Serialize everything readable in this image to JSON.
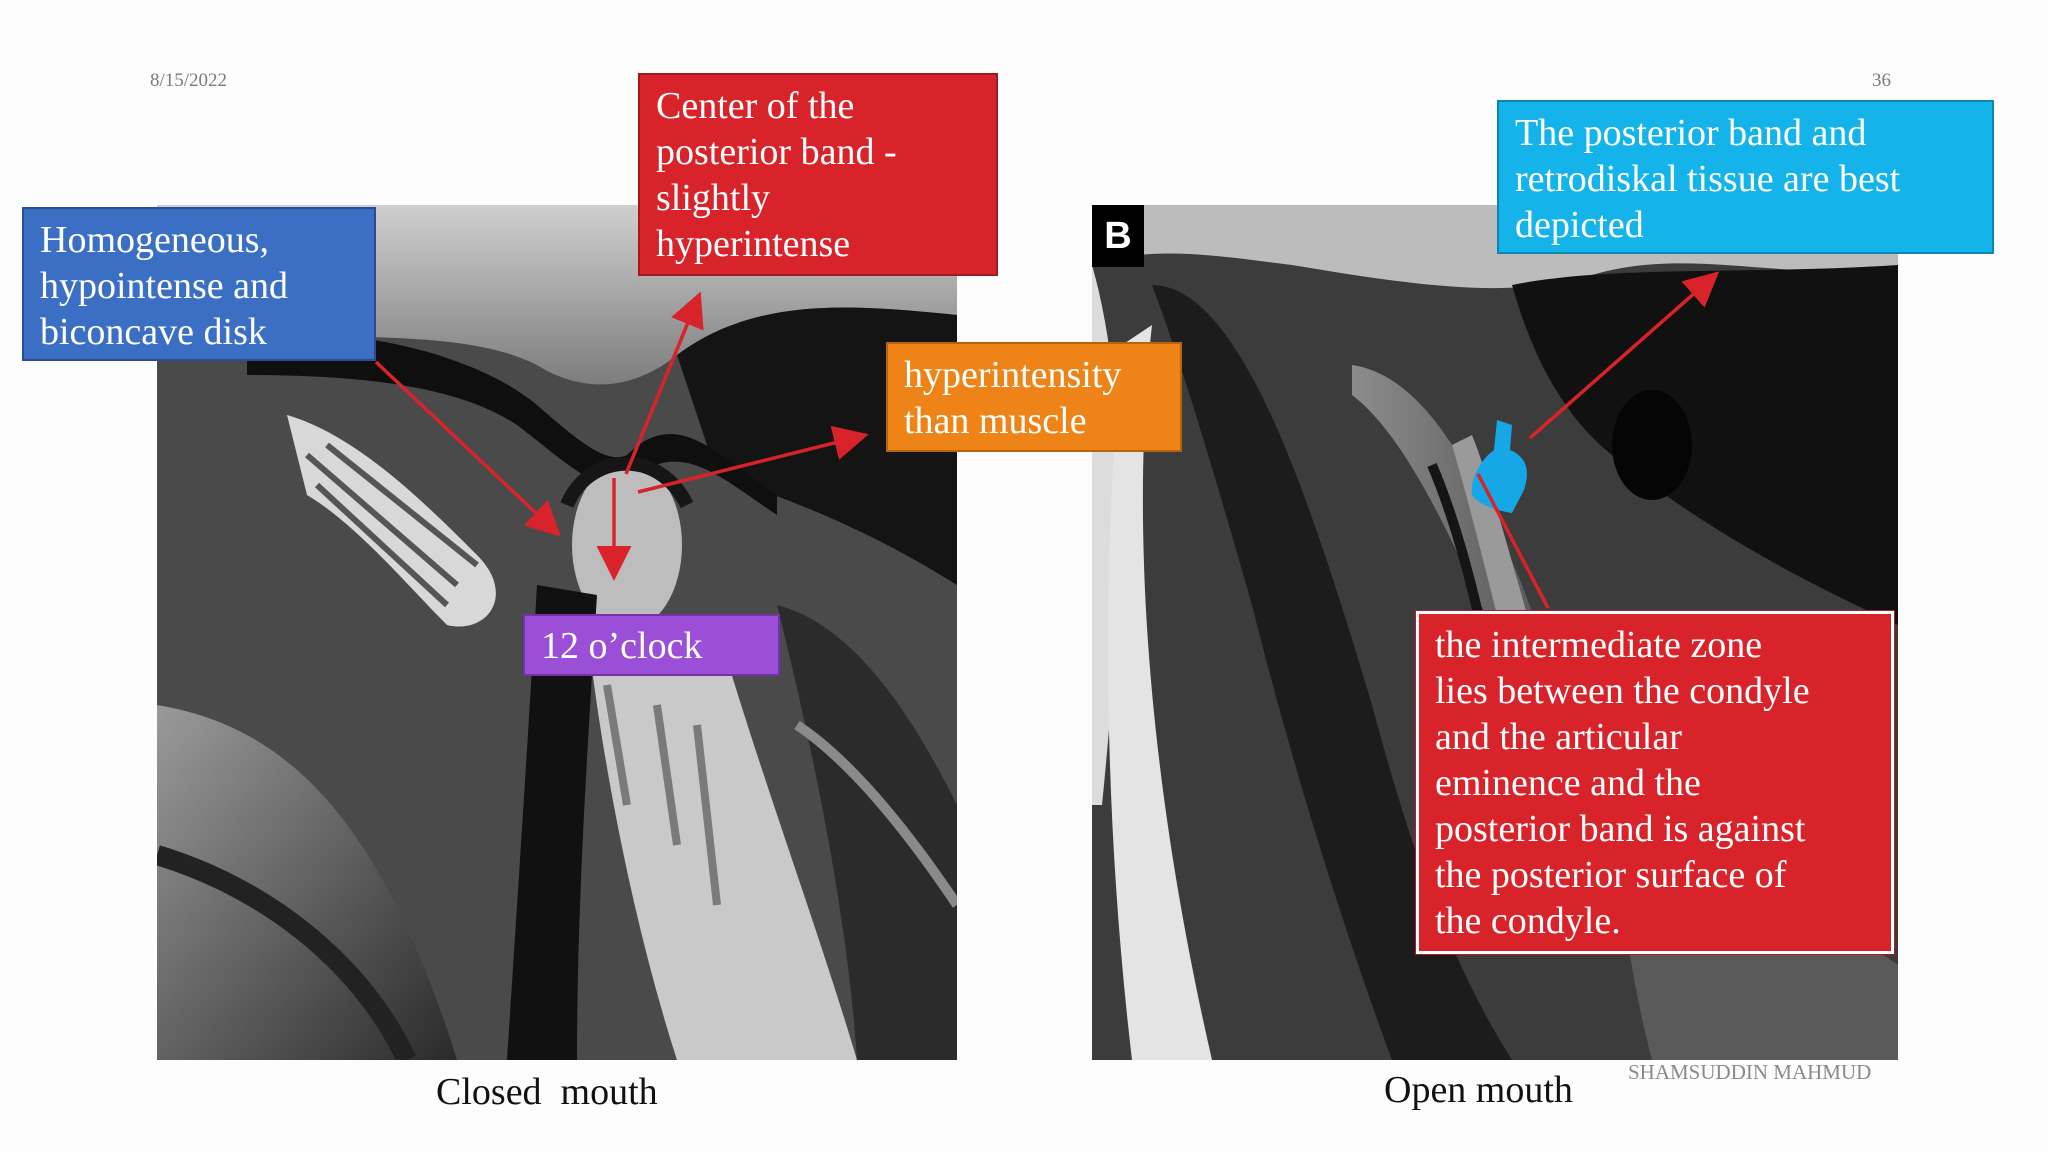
{
  "slide": {
    "date": "8/15/2022",
    "page_number": "36",
    "author": "SHAMSUDDIN MAHMUD"
  },
  "left_image": {
    "caption": "Closed  mouth"
  },
  "right_image": {
    "panel_letter": "B",
    "caption": "Open mouth"
  },
  "annotations": {
    "homogeneous": {
      "text": "Homogeneous,\nhypointense and\nbiconcave disk",
      "color": "#3b6fc4"
    },
    "center_posterior": {
      "text": "Center of the\nposterior band -\nslightly\nhyperintense",
      "color": "#d9232b"
    },
    "hyperintensity": {
      "text": "hyperintensity\nthan muscle",
      "color": "#ee8418"
    },
    "twelve_oclock": {
      "text": "12 o’clock",
      "color": "#9b4fd6"
    },
    "posterior_band": {
      "text": "The posterior band and\nretrodiskal tissue are best\ndepicted",
      "color": "#14b4ea"
    },
    "intermediate_zone": {
      "text": "the intermediate zone\nlies between the condyle\nand the articular\neminence and the\nposterior band is against\nthe posterior surface of\nthe condyle.",
      "color": "#d9232b"
    }
  },
  "arrow_color": "#d9232b"
}
